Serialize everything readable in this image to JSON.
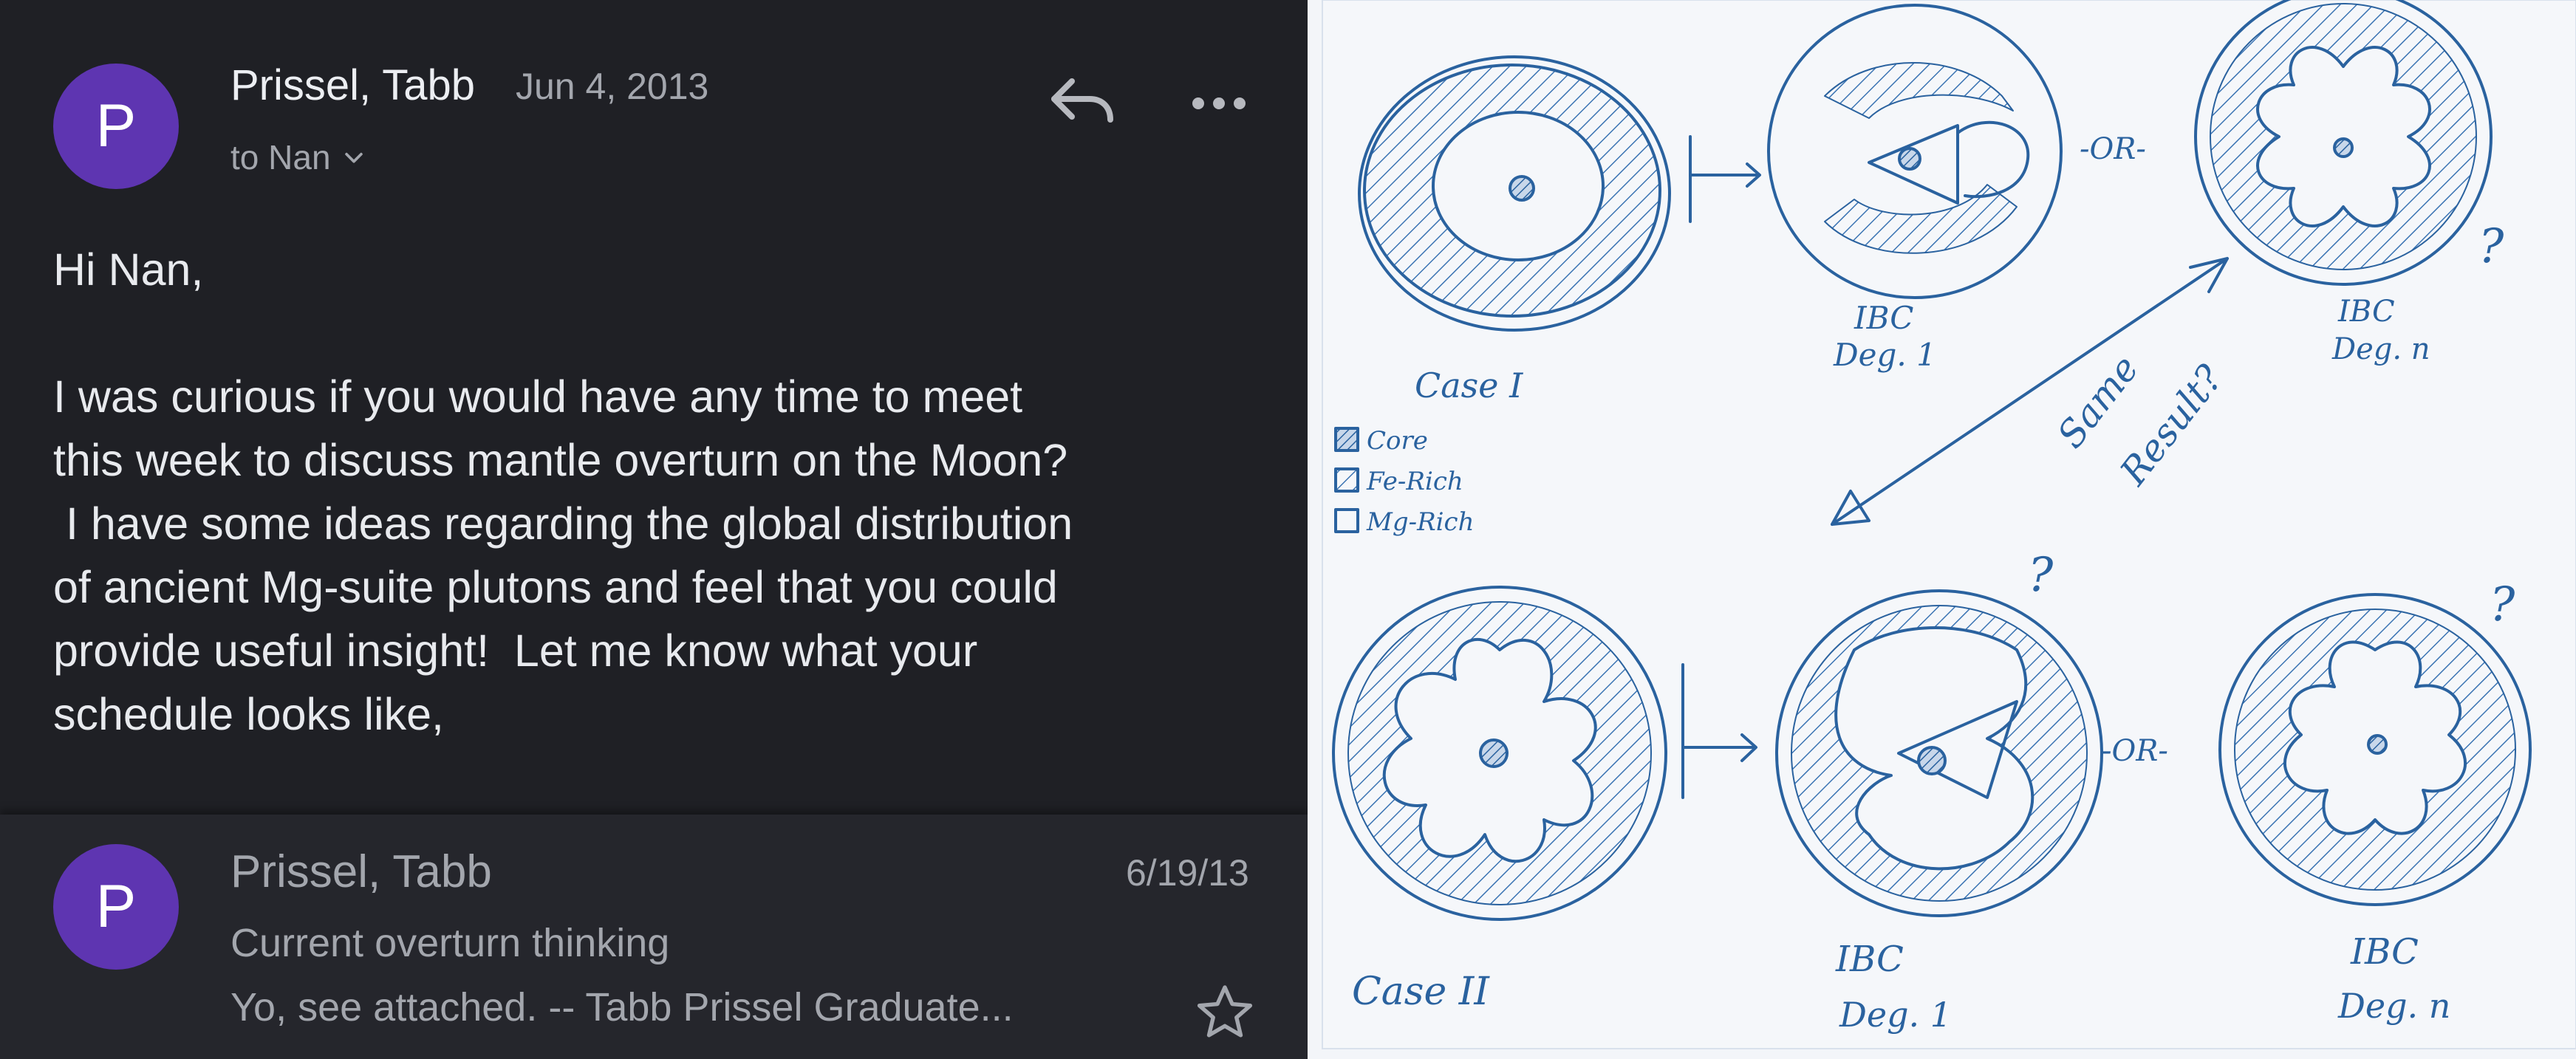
{
  "email": {
    "message": {
      "avatar_letter": "P",
      "sender": "Prissel, Tabb",
      "date": "Jun 4, 2013",
      "recipient": "to Nan",
      "body_lines": [
        "Hi Nan,",
        "I was curious if you would have any time to meet",
        "this week to discuss mantle overturn on the Moon?",
        " I have some ideas regarding the global distribution",
        "of ancient Mg-suite plutons and feel that you could",
        "provide useful insight!  Let me know what your",
        "schedule looks like,"
      ]
    },
    "next_message": {
      "avatar_letter": "P",
      "sender": "Prissel, Tabb",
      "date": "6/19/13",
      "subject": "Current overturn thinking",
      "snippet": "Yo, see attached. -- Tabb Prissel Graduate..."
    },
    "icons": [
      "reply-icon",
      "more-options-icon",
      "chevron-down-icon",
      "star-icon"
    ],
    "colors": {
      "background": "#1f2025",
      "avatar": "#5e35b1",
      "text": "#e8eaee",
      "muted": "#a3a6ad"
    }
  },
  "sketch": {
    "labels": {
      "case1": "Case I",
      "case2": "Case II",
      "ibc_deg1_top": [
        "IBC",
        "Deg. 1"
      ],
      "ibc_degn_top": [
        "IBC",
        "Deg. n"
      ],
      "ibc_deg1_bottom": [
        "IBC",
        "Deg. 1"
      ],
      "ibc_degn_bottom": [
        "IBC",
        "Deg. n"
      ],
      "or_top": "-OR-",
      "or_bottom": "-OR-",
      "same_result": [
        "Same",
        "Result?"
      ],
      "question_mark": "?"
    },
    "legend": [
      "Core",
      "Fe-Rich",
      "Mg-Rich"
    ],
    "ink_color": "#2a629f"
  }
}
